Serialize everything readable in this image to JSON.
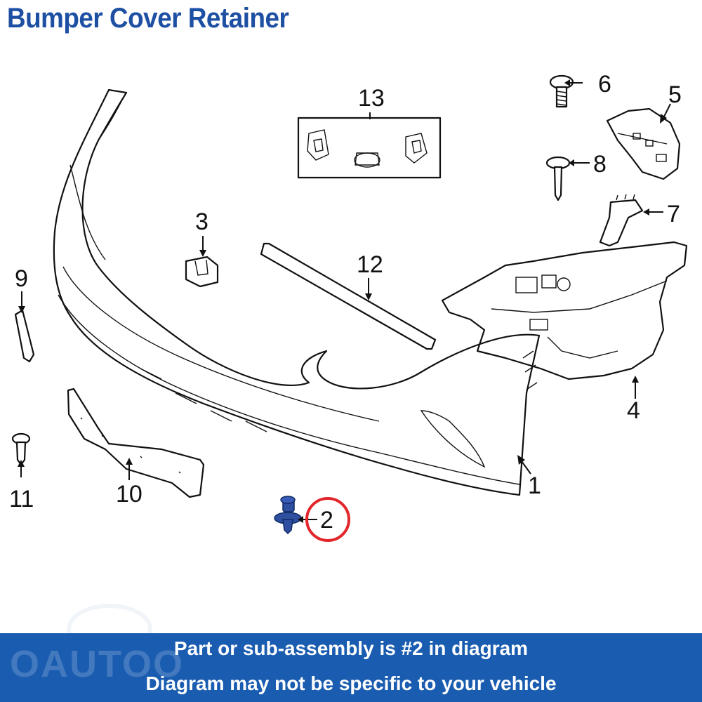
{
  "title": "Bumper Cover Retainer",
  "callouts": {
    "p1": "1",
    "p2": "2",
    "p3": "3",
    "p4": "4",
    "p5": "5",
    "p6": "6",
    "p7": "7",
    "p8": "8",
    "p9": "9",
    "p10": "10",
    "p11": "11",
    "p12": "12",
    "p13": "13"
  },
  "highlight": {
    "part": "2",
    "color": "#e3262b"
  },
  "footer": {
    "line1": "Part or sub-assembly is #2 in diagram",
    "line2": "Diagram may not be specific to your vehicle",
    "background": "#1a5cb0"
  },
  "watermark": "OAUTOO",
  "colors": {
    "title": "#1d4fa3",
    "retainer": "#2e4fa0"
  }
}
